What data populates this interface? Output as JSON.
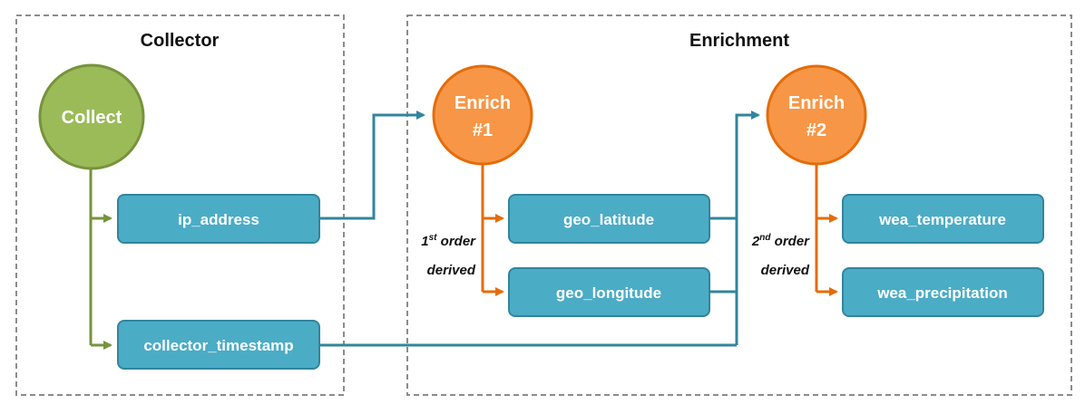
{
  "groups": {
    "collector": {
      "title": "Collector"
    },
    "enrichment": {
      "title": "Enrichment"
    }
  },
  "nodes": {
    "collect": {
      "label": "Collect"
    },
    "enrich1": {
      "line1": "Enrich",
      "line2": "#1"
    },
    "enrich2": {
      "line1": "Enrich",
      "line2": "#2"
    }
  },
  "fields": {
    "ip_address": "ip_address",
    "collector_timestamp": "collector_timestamp",
    "geo_latitude": "geo_latitude",
    "geo_longitude": "geo_longitude",
    "wea_temperature": "wea_temperature",
    "wea_precipitation": "wea_precipitation"
  },
  "annotations": {
    "first_order": {
      "num": "1",
      "sup": "st",
      "word": " order",
      "line2": "derived"
    },
    "second_order": {
      "num": "2",
      "sup": "nd",
      "word": " order",
      "line2": "derived"
    }
  },
  "colors": {
    "collect_fill": "#9bbb59",
    "collect_stroke": "#77933c",
    "enrich_fill": "#f79646",
    "enrich_stroke": "#e46c0a",
    "field_fill": "#4bacc6",
    "field_stroke": "#31859c",
    "group_border": "#8c8c8c"
  }
}
